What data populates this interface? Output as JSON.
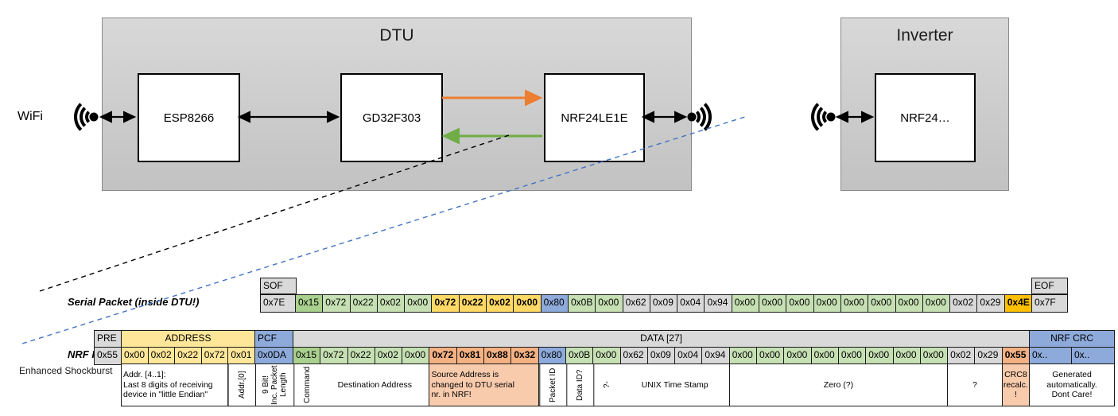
{
  "diagram": {
    "wifi_label": "WiFi",
    "dtu_title": "DTU",
    "chip_esp": "ESP8266",
    "chip_gd": "GD32F303",
    "chip_nrf": "NRF24LE1E",
    "inverter_title": "Inverter",
    "chip_inv_nrf": "NRF24…"
  },
  "serial_packet": {
    "label": "Serial Packet (inside DTU!)",
    "sof_label": "SOF",
    "sof_value": "0x7E",
    "eof_label": "EOF",
    "eof_value": "0x7F",
    "bytes": [
      {
        "v": "0x15",
        "c": "greenDark"
      },
      {
        "v": "0x72",
        "c": "green"
      },
      {
        "v": "0x22",
        "c": "green"
      },
      {
        "v": "0x02",
        "c": "green"
      },
      {
        "v": "0x00",
        "c": "green"
      },
      {
        "v": "0x72",
        "c": "yellow",
        "b": true
      },
      {
        "v": "0x22",
        "c": "yellow",
        "b": true
      },
      {
        "v": "0x02",
        "c": "yellow",
        "b": true
      },
      {
        "v": "0x00",
        "c": "yellow",
        "b": true
      },
      {
        "v": "0x80",
        "c": "blue"
      },
      {
        "v": "0x0B",
        "c": "green"
      },
      {
        "v": "0x00",
        "c": "green"
      },
      {
        "v": "0x62",
        "c": "gray"
      },
      {
        "v": "0x09",
        "c": "gray"
      },
      {
        "v": "0x04",
        "c": "gray"
      },
      {
        "v": "0x94",
        "c": "gray"
      },
      {
        "v": "0x00",
        "c": "green"
      },
      {
        "v": "0x00",
        "c": "green"
      },
      {
        "v": "0x00",
        "c": "green"
      },
      {
        "v": "0x00",
        "c": "green"
      },
      {
        "v": "0x00",
        "c": "green"
      },
      {
        "v": "0x00",
        "c": "green"
      },
      {
        "v": "0x00",
        "c": "green"
      },
      {
        "v": "0x00",
        "c": "green"
      },
      {
        "v": "0x02",
        "c": "gray"
      },
      {
        "v": "0x29",
        "c": "gray"
      },
      {
        "v": "0x4E",
        "c": "orange",
        "b": true
      }
    ]
  },
  "nrf_packet": {
    "label": "NRF Packet",
    "sublabel": "Enhanced Shockburst",
    "headers": {
      "pre": "PRE",
      "address": "ADDRESS",
      "pcf": "PCF",
      "data": "DATA [27]",
      "crc": "NRF CRC"
    },
    "pre_byte": {
      "v": "0x55",
      "c": "gray"
    },
    "address_bytes": [
      {
        "v": "0x00",
        "c": "yellowLight"
      },
      {
        "v": "0x02",
        "c": "yellowLight"
      },
      {
        "v": "0x22",
        "c": "yellowLight"
      },
      {
        "v": "0x72",
        "c": "yellowLight"
      },
      {
        "v": "0x01",
        "c": "yellowLight"
      }
    ],
    "pcf_byte": {
      "v": "0x0DA",
      "c": "blue"
    },
    "data_bytes": [
      {
        "v": "0x15",
        "c": "greenDark"
      },
      {
        "v": "0x72",
        "c": "green"
      },
      {
        "v": "0x22",
        "c": "green"
      },
      {
        "v": "0x02",
        "c": "green"
      },
      {
        "v": "0x00",
        "c": "green"
      },
      {
        "v": "0x72",
        "c": "salmon",
        "b": true
      },
      {
        "v": "0x81",
        "c": "salmon",
        "b": true
      },
      {
        "v": "0x88",
        "c": "salmon",
        "b": true
      },
      {
        "v": "0x32",
        "c": "salmon",
        "b": true
      },
      {
        "v": "0x80",
        "c": "blue"
      },
      {
        "v": "0x0B",
        "c": "green"
      },
      {
        "v": "0x00",
        "c": "green"
      },
      {
        "v": "0x62",
        "c": "gray"
      },
      {
        "v": "0x09",
        "c": "gray"
      },
      {
        "v": "0x04",
        "c": "gray"
      },
      {
        "v": "0x94",
        "c": "gray"
      },
      {
        "v": "0x00",
        "c": "green"
      },
      {
        "v": "0x00",
        "c": "green"
      },
      {
        "v": "0x00",
        "c": "green"
      },
      {
        "v": "0x00",
        "c": "green"
      },
      {
        "v": "0x00",
        "c": "green"
      },
      {
        "v": "0x00",
        "c": "green"
      },
      {
        "v": "0x00",
        "c": "green"
      },
      {
        "v": "0x00",
        "c": "green"
      },
      {
        "v": "0x02",
        "c": "gray"
      },
      {
        "v": "0x29",
        "c": "gray"
      },
      {
        "v": "0x55",
        "c": "salmon",
        "b": true
      }
    ],
    "crc_bytes": [
      {
        "v": "0x..",
        "c": "blue"
      },
      {
        "v": "0x..",
        "c": "blue"
      }
    ],
    "annotations": [
      {
        "text": "Addr. [4..1]:\nLast 8 digits of receiving\ndevice in \"little Endian\"",
        "region": "addr",
        "span": 4,
        "align": "left"
      },
      {
        "text": "Addr.[0]",
        "region": "addr",
        "span": 1,
        "vertical": true
      },
      {
        "text": "9 Bit!\nInc. Packet\nLength",
        "region": "pcf",
        "span": 1,
        "vertical": true
      },
      {
        "text": "Command",
        "region": "data",
        "span": 1,
        "vertical": true
      },
      {
        "text": "Destination Address",
        "region": "data",
        "span": 4
      },
      {
        "text": "Source Address is\nchanged to DTU serial\nnr. in NRF!",
        "region": "data",
        "span": 4,
        "color": "salmonLight",
        "align": "left"
      },
      {
        "text": "Packet ID",
        "region": "data",
        "span": 1,
        "vertical": true
      },
      {
        "text": "Data ID?",
        "region": "data",
        "span": 1,
        "vertical": true
      },
      {
        "text": "?-",
        "region": "data",
        "span": 1,
        "vertical": true
      },
      {
        "text": "UNIX Time Stamp",
        "region": "data",
        "span": 4
      },
      {
        "text": "Zero (?)",
        "region": "data",
        "span": 8
      },
      {
        "text": "?",
        "region": "data",
        "span": 2
      },
      {
        "text": "CRC8\nrecalc.\n!",
        "region": "data",
        "span": 1,
        "color": "salmonLight"
      },
      {
        "text": "Generated\nautomatically.\nDont Care!",
        "region": "crc",
        "span": 2
      }
    ]
  },
  "colors": {
    "gray": "#D9D9D9",
    "green": "#C6E0B4",
    "greenDark": "#A9D08E",
    "yellow": "#FFD966",
    "yellowLight": "#FFE699",
    "blue": "#8EAADB",
    "salmon": "#F4B183",
    "salmonLight": "#F8CBAD",
    "orange": "#FFC000",
    "white": "#FFFFFF",
    "arrowOrange": "#ED7D31",
    "arrowGreen": "#70AD47",
    "dashBlue": "#4472C4"
  }
}
